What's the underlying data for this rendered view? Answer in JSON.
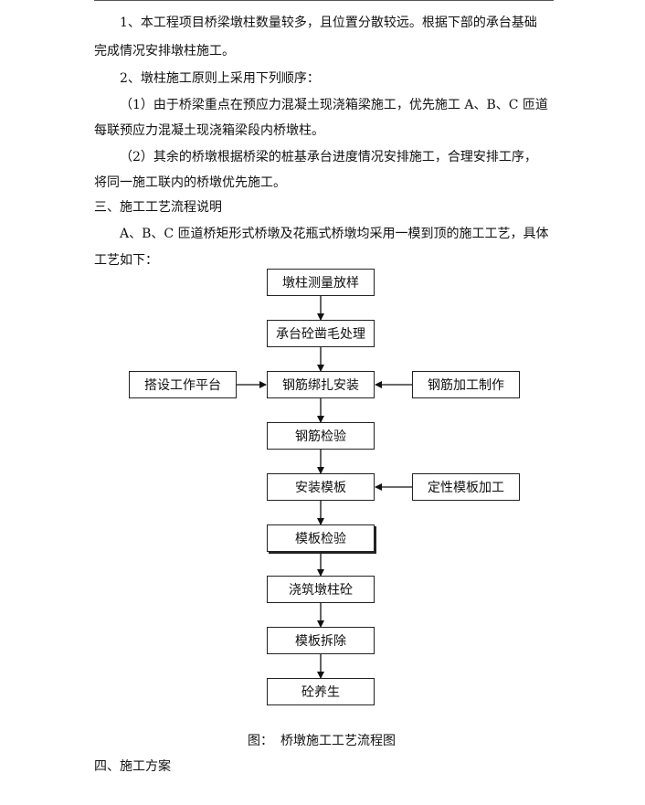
{
  "paragraphs": {
    "p1_line1": "1、本工程项目桥梁墩柱数量较多，且位置分散较远。根据下部的承台基础",
    "p1_line2": "完成情况安排墩柱施工。",
    "p2": "2、墩柱施工原则上采用下列顺序：",
    "p3_line1": "（1）由于桥梁重点在预应力混凝土现浇箱梁施工，优先施工 A、B、C 匝道",
    "p3_line2": "每联预应力混凝土现浇箱梁段内桥墩柱。",
    "p4_line1": "（2）其余的桥墩根据桥梁的桩基承台进度情况安排施工，合理安排工序，",
    "p4_line2": "将同一施工联内的桥墩优先施工。",
    "section3": "三、施工工艺流程说明",
    "p5_line1": "A、B、C 匝道桥矩形式桥墩及花瓶式桥墩均采用一模到顶的施工工艺，具体",
    "p5_line2": "工艺如下：",
    "section4": "四、施工方案"
  },
  "flowchart": {
    "steps": [
      "墩柱测量放样",
      "承台砼凿毛处理",
      "钢筋绑扎安装",
      "钢筋检验",
      "安装模板",
      "模板检验",
      "浇筑墩柱砼",
      "模板拆除",
      "砼养生"
    ],
    "left_input": "搭设工作平台",
    "right_input_rebar": "钢筋加工制作",
    "right_input_formwork": "定性模板加工",
    "caption_label": "图：",
    "caption_title": "桥墩施工工艺流程图"
  }
}
